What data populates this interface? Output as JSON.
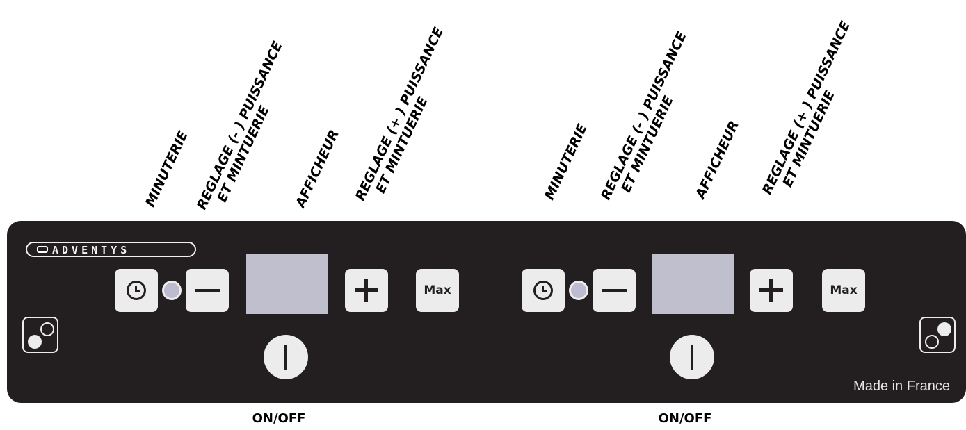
{
  "zones": [
    {
      "labels": {
        "timer": "MINUTERIE",
        "minus_line1": "REGLAGE (- ) PUISSANCE",
        "minus_line2": "ET MINTUERIE",
        "display": "AFFICHEUR",
        "plus_line1": "REGLAGE (+ ) PUISSANCE",
        "plus_line2": "ET MINTUERIE"
      },
      "max_label": "Max",
      "onoff_label": "ON/OFF"
    },
    {
      "labels": {
        "timer": "MINUTERIE",
        "minus_line1": "REGLAGE (- ) PUISSANCE",
        "minus_line2": "ET MINTUERIE",
        "display": "AFFICHEUR",
        "plus_line1": "REGLAGE (+ ) PUISSANCE",
        "plus_line2": "ET MINTUERIE"
      },
      "max_label": "Max",
      "onoff_label": "ON/OFF"
    }
  ],
  "brand": "ADVENTYS",
  "made_in": "Made in France",
  "colors": {
    "panel": "#231f20",
    "button": "#ececec",
    "display": "#c0bfce",
    "led": "#bcbbd0"
  }
}
